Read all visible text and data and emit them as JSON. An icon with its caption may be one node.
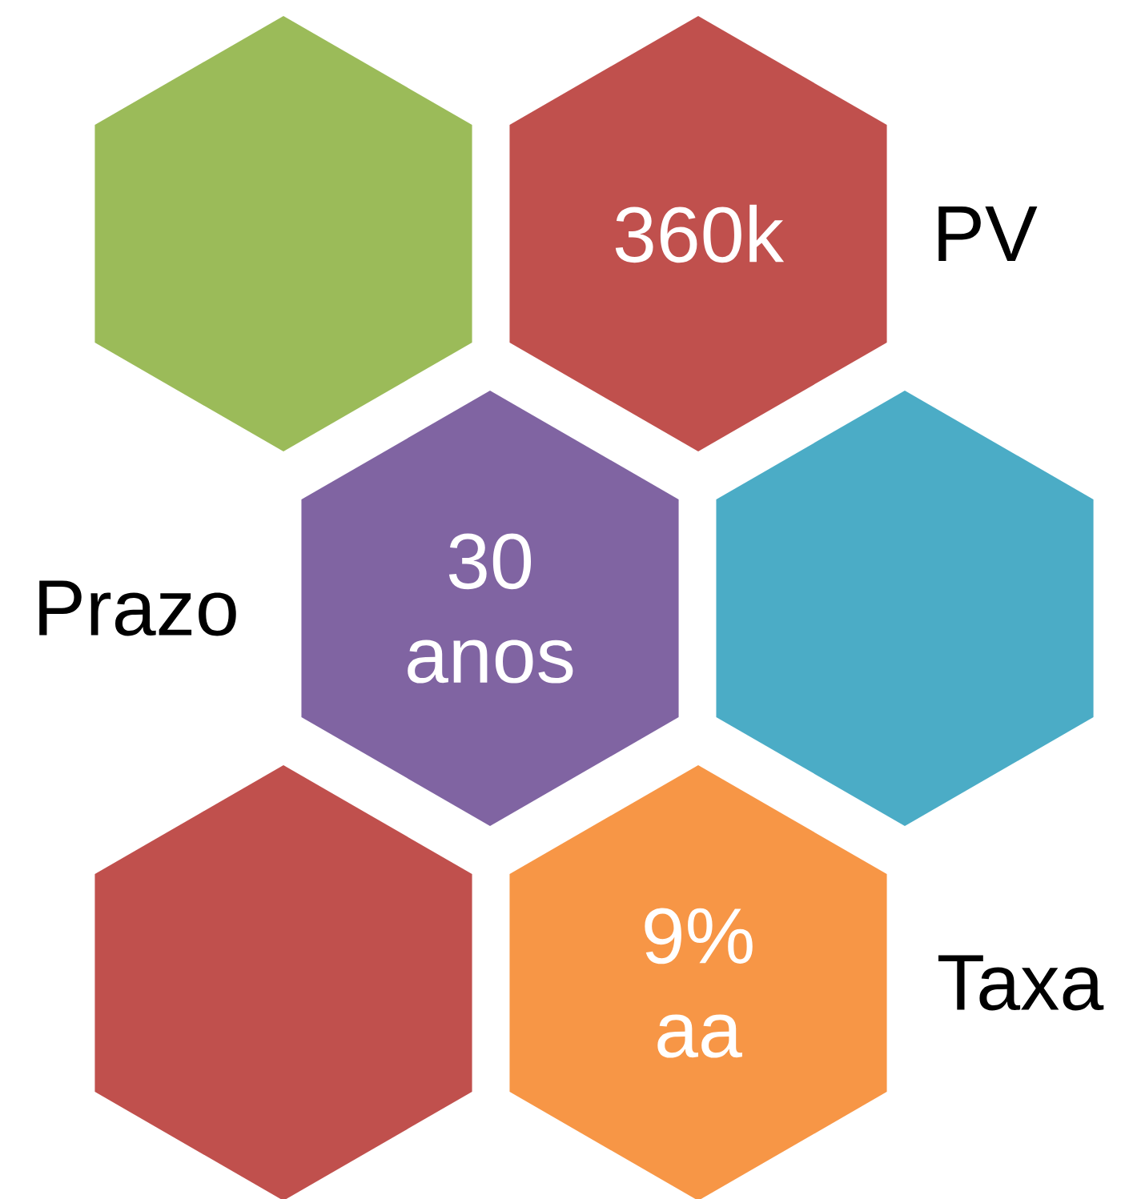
{
  "diagram": {
    "nodes": [
      {
        "text": [],
        "shape": "hexagon"
      },
      {
        "text": [
          "360k"
        ],
        "beside": [
          "PV"
        ]
      },
      {
        "text": [
          "30 anos"
        ],
        "beside": [
          "Prazo"
        ]
      },
      {
        "text": [],
        "shape": "hexagon"
      },
      {
        "text": [],
        "shape": "hexagon"
      },
      {
        "text": [
          "9% aa"
        ],
        "beside": [
          "Taxa"
        ]
      }
    ]
  }
}
